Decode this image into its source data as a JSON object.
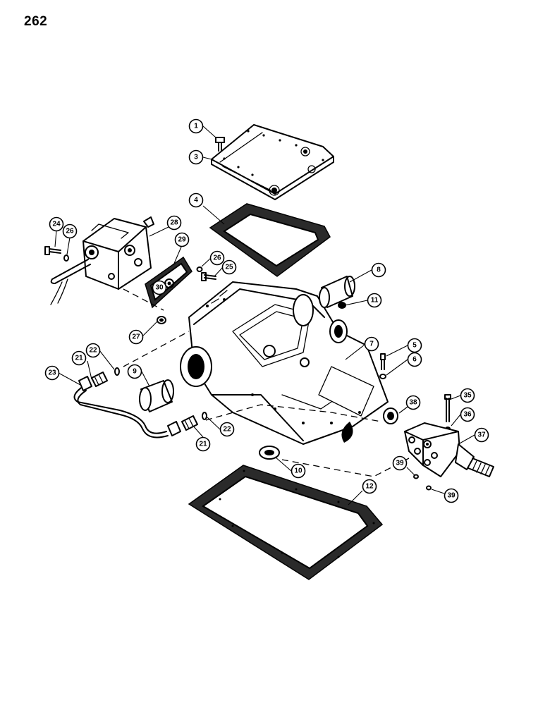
{
  "page_number": "262",
  "callouts": [
    "1",
    "3",
    "4",
    "24",
    "26",
    "28",
    "29",
    "30",
    "26",
    "25",
    "8",
    "11",
    "27",
    "7",
    "5",
    "6",
    "22",
    "21",
    "23",
    "9",
    "38",
    "35",
    "36",
    "37",
    "21",
    "22",
    "10",
    "39",
    "39",
    "12"
  ]
}
